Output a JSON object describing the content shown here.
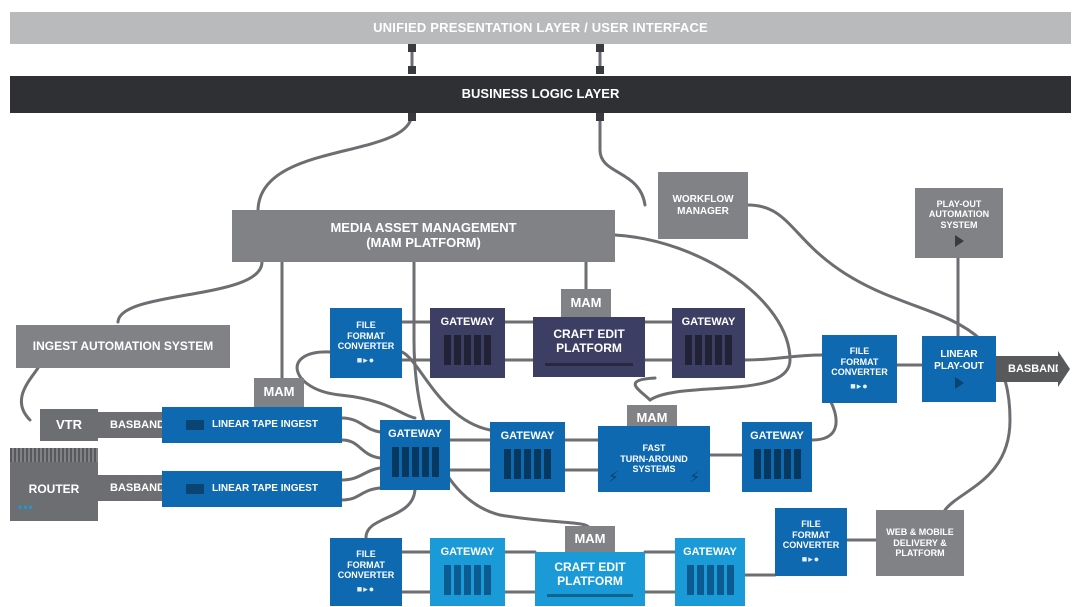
{
  "layers": {
    "presentation": "UNIFIED PRESENTATION LAYER / USER INTERFACE",
    "business": "BUSINESS LOGIC LAYER"
  },
  "mam_platform": {
    "line1": "MEDIA ASSET MANAGEMENT",
    "line2": "(MAM PLATFORM)"
  },
  "workflow_manager": {
    "line1": "WORKFLOW",
    "line2": "MANAGER"
  },
  "playout_automation": {
    "line1": "PLAY-OUT",
    "line2": "AUTOMATION",
    "line3": "SYSTEM"
  },
  "ingest_automation": "INGEST AUTOMATION SYSTEM",
  "vtr": "VTR",
  "router": "ROUTER",
  "basband": "BASBAND",
  "linear_tape_ingest": "LINEAR TAPE INGEST",
  "mam_tag": "MAM",
  "gateway": "GATEWAY",
  "file_format_converter": {
    "line1": "FILE",
    "line2": "FORMAT",
    "line3": "CONVERTER"
  },
  "craft_edit": {
    "line1": "CRAFT EDIT",
    "line2": "PLATFORM"
  },
  "fast_turnaround": {
    "line1": "FAST",
    "line2": "TURN-AROUND",
    "line3": "SYSTEMS"
  },
  "linear_playout": {
    "line1": "LINEAR",
    "line2": "PLAY-OUT"
  },
  "web_mobile": {
    "line1": "WEB & MOBILE",
    "line2": "DELIVERY &",
    "line3": "PLATFORM"
  },
  "icons": {
    "converter": "file-convert-icon",
    "play": "play-icon",
    "bolt": "lightning-icon",
    "tape": "tape-icon"
  },
  "colors": {
    "blue": "#0e69b0",
    "light_blue": "#1a9ad6",
    "navy": "#3c3f63",
    "gray": "#808285",
    "dark": "#2f3033"
  }
}
